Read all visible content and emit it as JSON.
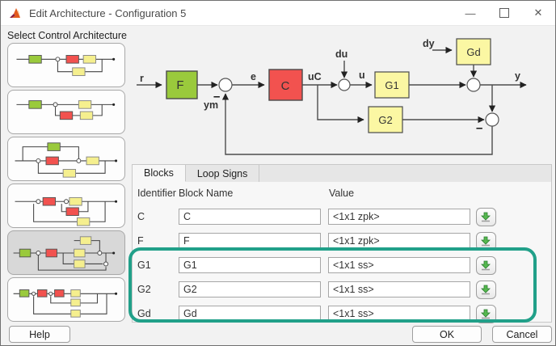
{
  "window": {
    "title": "Edit Architecture - Configuration 5",
    "icon": "matlab-logo-icon",
    "controls": {
      "minimize_glyph": "—",
      "close_glyph": "✕"
    }
  },
  "sidebar": {
    "label": "Select Control Architecture",
    "selected_index": 4,
    "thumbnails": [
      {
        "name": "configuration-1-thumbnail"
      },
      {
        "name": "configuration-2-thumbnail"
      },
      {
        "name": "configuration-3-thumbnail"
      },
      {
        "name": "configuration-4-thumbnail"
      },
      {
        "name": "configuration-5-thumbnail"
      },
      {
        "name": "configuration-6-thumbnail"
      }
    ]
  },
  "diagram": {
    "signal_labels": {
      "r": "r",
      "e": "e",
      "uC": "uC",
      "du": "du",
      "u": "u",
      "dy": "dy",
      "y": "y",
      "ym": "ym"
    },
    "block_labels": {
      "F": "F",
      "C": "C",
      "G1": "G1",
      "G2": "G2",
      "Gd": "Gd"
    },
    "minus_sign": "–",
    "block_colors": {
      "F": "#9aca3c",
      "C": "#f2524f",
      "G1": "#fbf7a3",
      "G2": "#fbf7a3",
      "Gd": "#fbf7a3"
    }
  },
  "tabs": [
    {
      "label": "Blocks",
      "active": true
    },
    {
      "label": "Loop Signs",
      "active": false
    }
  ],
  "table": {
    "headers": {
      "identifier": "Identifier",
      "block_name": "Block Name",
      "value": "Value"
    },
    "rows": [
      {
        "identifier": "C",
        "block_name": "C",
        "value": "<1x1 zpk>"
      },
      {
        "identifier": "F",
        "block_name": "F",
        "value": "<1x1 zpk>"
      },
      {
        "identifier": "G1",
        "block_name": "G1",
        "value": "<1x1 ss>"
      },
      {
        "identifier": "G2",
        "block_name": "G2",
        "value": "<1x1 ss>"
      },
      {
        "identifier": "Gd",
        "block_name": "Gd",
        "value": "<1x1 ss>"
      }
    ],
    "import_icon": "import-download-icon"
  },
  "buttons": {
    "help": "Help",
    "ok": "OK",
    "cancel": "Cancel"
  },
  "annotation": {
    "highlight_color": "#21a089"
  }
}
